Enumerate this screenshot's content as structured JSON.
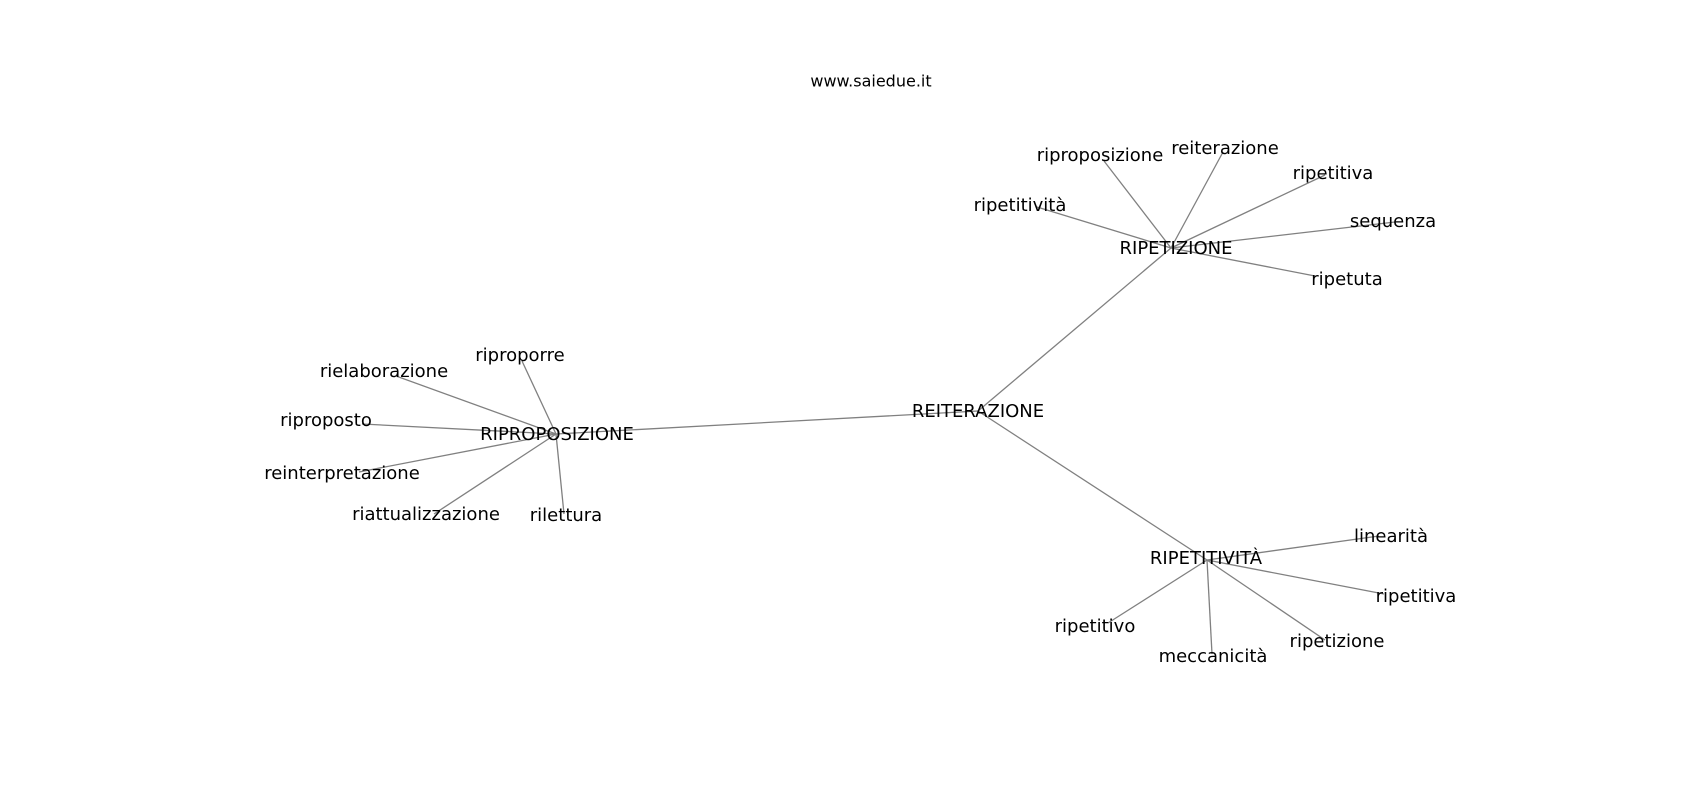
{
  "site_label": "www.saiedue.it",
  "graph": {
    "center": "REITERAZIONE",
    "hubs": [
      {
        "label": "RIPETIZIONE",
        "leaves": [
          "riproposizione",
          "reiterazione",
          "ripetitiva",
          "ripetitività",
          "sequenza",
          "ripetuta"
        ]
      },
      {
        "label": "RIPROPOSIZIONE",
        "leaves": [
          "riproporre",
          "rielaborazione",
          "riproposto",
          "reinterpretazione",
          "riattualizzazione",
          "rilettura"
        ]
      },
      {
        "label": "RIPETITIVITÀ",
        "leaves": [
          "linearità",
          "ripetitiva",
          "ripetitivo",
          "meccanicità",
          "ripetizione"
        ]
      }
    ]
  }
}
